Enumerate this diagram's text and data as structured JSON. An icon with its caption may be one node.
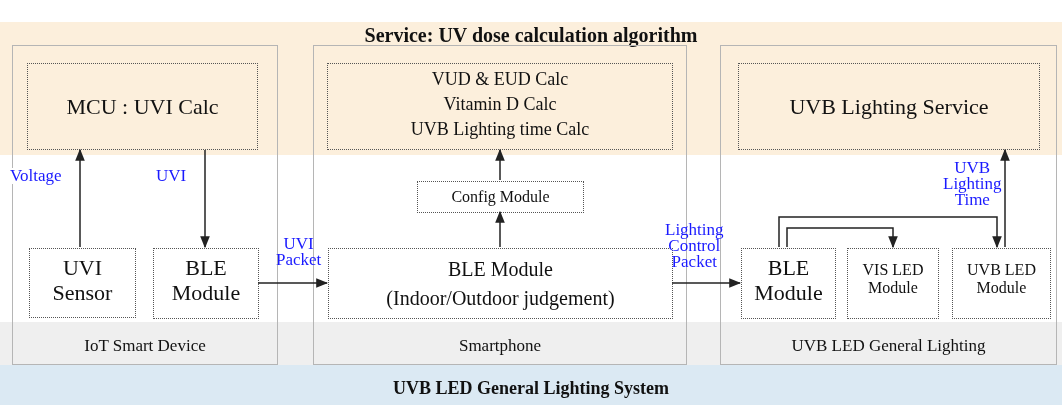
{
  "diagram": {
    "nodes": [
      {
        "text": [
          "Service: UV dose calculation algorithm"
        ]
      },
      {
        "text": [
          "UVB LED General Lighting System"
        ]
      },
      {
        "text": [
          "IoT Smart Device"
        ]
      },
      {
        "text": [
          "MCU : UVI Calc"
        ]
      },
      {
        "text": [
          "UVI Sensor"
        ],
        "in": 2
      },
      {
        "text": [
          "BLE Module"
        ],
        "in": 2
      },
      {
        "text": [
          "Smartphone"
        ]
      },
      {
        "text": [
          "VUD & EUD Calc",
          "Vitamin D Calc",
          "UVB Lighting time Calc"
        ]
      },
      {
        "text": [
          "Config Module"
        ],
        "in": 6
      },
      {
        "text": [
          "BLE Module",
          "(Indoor/Outdoor judgement)"
        ],
        "in": 6
      },
      {
        "text": [
          "UVB LED General Lighting"
        ]
      },
      {
        "text": [
          "UVB Lighting Service"
        ]
      },
      {
        "text": [
          "BLE Module"
        ],
        "in": 10
      },
      {
        "text": [
          "VIS LED Module"
        ],
        "in": 10
      },
      {
        "text": [
          "UVB LED Module"
        ],
        "in": 10
      }
    ],
    "edges": [
      {
        "from": 4,
        "to": 3,
        "arrow": "to",
        "label": "Voltage"
      },
      {
        "from": 3,
        "to": 5,
        "arrow": "to",
        "label": "UVI"
      },
      {
        "from": 5,
        "to": 9,
        "arrow": "to",
        "label": "UVI Packet"
      },
      {
        "from": 9,
        "to": 8,
        "arrow": "to"
      },
      {
        "from": 8,
        "to": 7,
        "arrow": "to"
      },
      {
        "from": 9,
        "to": 12,
        "arrow": "to",
        "label": "Lighting Control Packet"
      },
      {
        "from": 12,
        "to": 13,
        "arrow": "to"
      },
      {
        "from": 12,
        "to": 14,
        "arrow": "to"
      },
      {
        "from": 14,
        "to": 11,
        "arrow": "to",
        "label": "UVB Lighting Time"
      }
    ]
  }
}
